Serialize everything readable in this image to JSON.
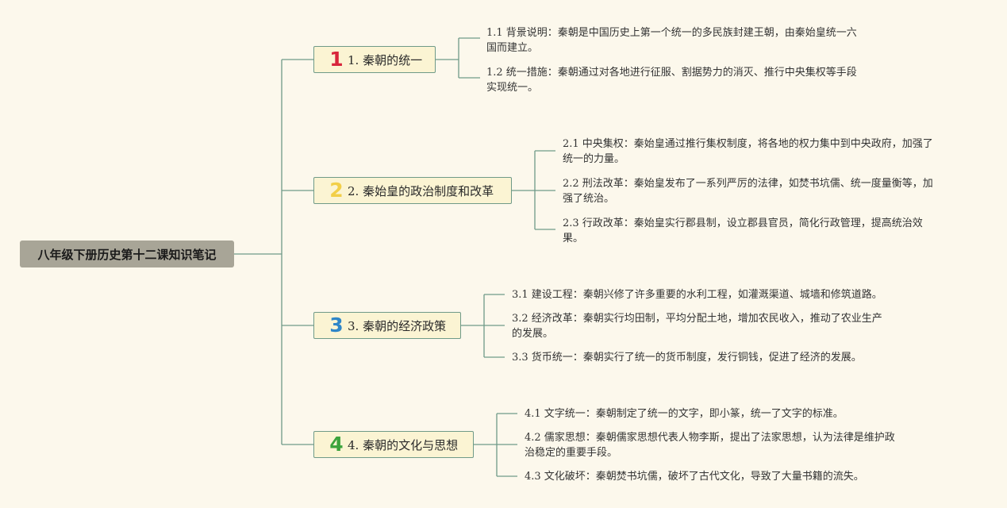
{
  "colors": {
    "background": "#fcf8ec",
    "root_bg": "#a8a597",
    "topic_bg": "#fbf4d3",
    "connector": "#6f9a88",
    "num1": "#d8263b",
    "num2": "#f2cf48",
    "num3": "#2f86c8",
    "num4": "#3ca33c"
  },
  "root": {
    "label": "八年级下册历史第十二课知识笔记"
  },
  "topics": [
    {
      "number": "1",
      "label": "1. 秦朝的统一",
      "items": [
        {
          "line1": "1.1 背景说明：秦朝是中国历史上第一个统一的多民族封建王朝，由秦始皇统一六",
          "line2": "国而建立。"
        },
        {
          "line1": "1.2 统一措施：秦朝通过对各地进行征服、割据势力的消灭、推行中央集权等手段",
          "line2": "实现统一。"
        }
      ]
    },
    {
      "number": "2",
      "label": "2. 秦始皇的政治制度和改革",
      "items": [
        {
          "line1": "2.1 中央集权：秦始皇通过推行集权制度，将各地的权力集中到中央政府，加强了",
          "line2": "统一的力量。"
        },
        {
          "line1": "2.2 刑法改革：秦始皇发布了一系列严厉的法律，如焚书坑儒、统一度量衡等，加",
          "line2": "强了统治。"
        },
        {
          "line1": "2.3 行政改革：秦始皇实行郡县制，设立郡县官员，简化行政管理，提高统治效",
          "line2": "果。"
        }
      ]
    },
    {
      "number": "3",
      "label": "3. 秦朝的经济政策",
      "items": [
        {
          "line1": "3.1 建设工程：秦朝兴修了许多重要的水利工程，如灌溉渠道、城墙和修筑道路。",
          "line2": ""
        },
        {
          "line1": "3.2 经济改革：秦朝实行均田制，平均分配土地，增加农民收入，推动了农业生产",
          "line2": "的发展。"
        },
        {
          "line1": "3.3 货币统一：秦朝实行了统一的货币制度，发行铜钱，促进了经济的发展。",
          "line2": ""
        }
      ]
    },
    {
      "number": "4",
      "label": "4. 秦朝的文化与思想",
      "items": [
        {
          "line1": "4.1 文字统一：秦朝制定了统一的文字，即小篆，统一了文字的标准。",
          "line2": ""
        },
        {
          "line1": "4.2 儒家思想：秦朝儒家思想代表人物李斯，提出了法家思想，认为法律是维护政",
          "line2": "治稳定的重要手段。"
        },
        {
          "line1": "4.3 文化破坏：秦朝焚书坑儒，破坏了古代文化，导致了大量书籍的流失。",
          "line2": ""
        }
      ]
    }
  ]
}
